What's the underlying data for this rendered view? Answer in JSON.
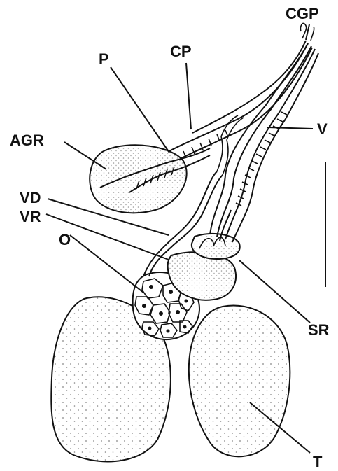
{
  "figure": {
    "labels": {
      "cgp": "CGP",
      "cp": "CP",
      "p": "P",
      "agr": "AGR",
      "v": "V",
      "vd": "VD",
      "vr": "VR",
      "o": "O",
      "sr": "SR",
      "t": "T"
    }
  }
}
